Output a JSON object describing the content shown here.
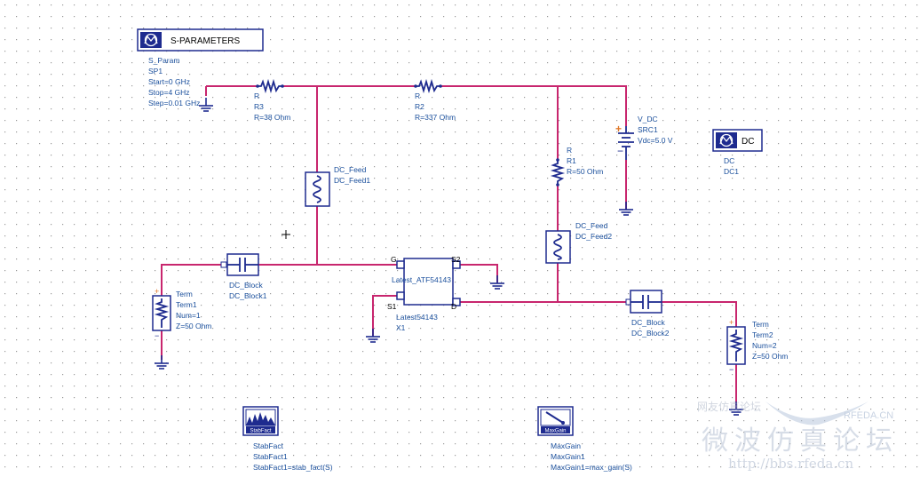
{
  "controllers": {
    "sparam": {
      "title": "S-PARAMETERS",
      "lines": [
        "S_Param",
        "SP1",
        "Start=0 GHz",
        "Stop=4 GHz",
        "Step=0.01 GHz"
      ]
    },
    "dc": {
      "title": "DC",
      "lines": [
        "DC",
        "DC1"
      ]
    }
  },
  "components": {
    "r3": {
      "lines": [
        "R",
        "R3",
        "R=38 Ohm"
      ]
    },
    "r2": {
      "lines": [
        "R",
        "R2",
        "R=337 Ohm"
      ]
    },
    "r1": {
      "lines": [
        "R",
        "R1",
        "R=50 Ohm"
      ]
    },
    "src1": {
      "lines": [
        "V_DC",
        "SRC1",
        "Vdc=5.0 V"
      ]
    },
    "dcfeed1": {
      "lines": [
        "DC_Feed",
        "DC_Feed1"
      ]
    },
    "dcfeed2": {
      "lines": [
        "DC_Feed",
        "DC_Feed2"
      ]
    },
    "dcblock1": {
      "lines": [
        "DC_Block",
        "DC_Block1"
      ]
    },
    "dcblock2": {
      "lines": [
        "DC_Block",
        "DC_Block2"
      ]
    },
    "term1": {
      "lines": [
        "Term",
        "Term1",
        "Num=1",
        "Z=50 Ohm"
      ]
    },
    "term2": {
      "lines": [
        "Term",
        "Term2",
        "Num=2",
        "Z=50 Ohm"
      ]
    },
    "transistor": {
      "pins": {
        "g": "G",
        "s2": "S2",
        "s1": "S1",
        "d": "D"
      },
      "part_label": "Latest_ATF54143",
      "lines": [
        "Latest54143",
        "X1"
      ]
    }
  },
  "equations": {
    "stabfact": {
      "icon_label": "StabFact",
      "lines": [
        "StabFact",
        "StabFact1",
        "StabFact1=stab_fact(S)"
      ]
    },
    "maxgain": {
      "icon_label": "MaxGain",
      "lines": [
        "MaxGain",
        "MaxGain1",
        "MaxGain1=max_gain(S)"
      ]
    }
  },
  "watermark": {
    "small": "网友仿真论坛",
    "brand": "RFEDA.CN",
    "large": "微波仿真论坛",
    "url": "http://bbs.rfeda.cn"
  },
  "colors": {
    "wire": "#c8266e",
    "component": "#1e2b8f",
    "label": "#1a4f9c",
    "grid_dot": "#9a9a9a"
  }
}
